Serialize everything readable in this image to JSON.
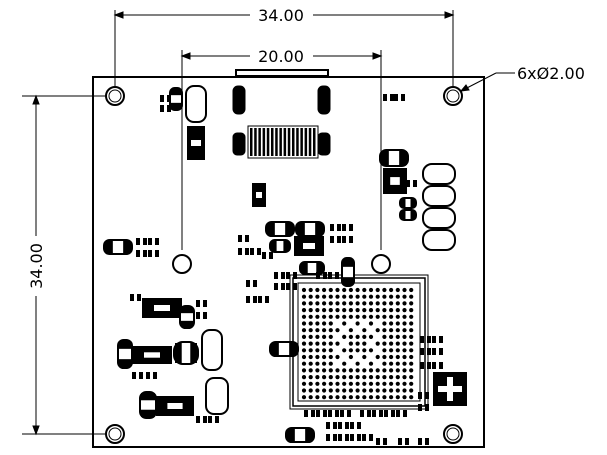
{
  "dimensions": {
    "top_width": "34.00",
    "inner_width": "20.00",
    "left_height": "34.00",
    "holes_note": "6xØ2.00"
  },
  "colors": {
    "board": "#ffffff",
    "outline": "#000000",
    "component_dark": "#000000",
    "pad_fill": "#ffffff"
  }
}
